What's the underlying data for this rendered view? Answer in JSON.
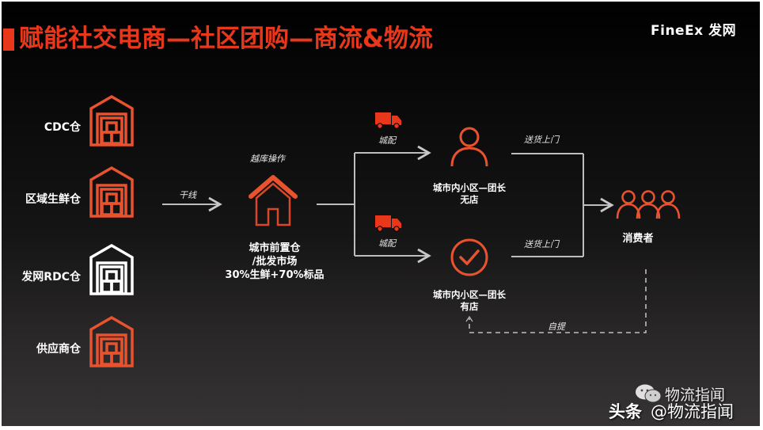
{
  "header": {
    "title": "赋能社交电商—社区团购—商流&物流",
    "logo": "FineEx 发网"
  },
  "colors": {
    "accent": "#e8371b",
    "icon_orange": "#e8532e",
    "text": "#ffffff",
    "line": "#bfbfbf"
  },
  "warehouses": [
    {
      "label": "CDC仓",
      "icon": "warehouse-icon",
      "color": "#e8532e"
    },
    {
      "label": "区域生鲜仓",
      "icon": "warehouse-icon",
      "color": "#e8532e"
    },
    {
      "label": "发网RDC仓",
      "icon": "warehouse-icon",
      "color": "#ffffff"
    },
    {
      "label": "供应商仓",
      "icon": "warehouse-icon",
      "color": "#e8532e"
    }
  ],
  "flow": {
    "trunk_label": "干线",
    "crossdock_label": "越库操作",
    "front_warehouse": {
      "icon": "house-icon",
      "lines": [
        "城市前置仓",
        "/批发市场",
        "30%生鲜+70%标品"
      ]
    },
    "city_delivery_top": "城配",
    "city_delivery_bottom": "城配",
    "leader_no_store": {
      "icon": "person-icon",
      "lines": [
        "城市内小区—团长",
        "无店"
      ]
    },
    "leader_with_store": {
      "icon": "check-circle-icon",
      "lines": [
        "城市内小区—团长",
        "有店"
      ]
    },
    "door_delivery_top": "送货上门",
    "door_delivery_bottom": "送货上门",
    "consumer": {
      "icon": "group-icon",
      "label": "消费者"
    },
    "self_pickup": "自提"
  },
  "watermark": {
    "platform": "头条",
    "account_top": "物流指闻",
    "account": "@物流指闻"
  }
}
